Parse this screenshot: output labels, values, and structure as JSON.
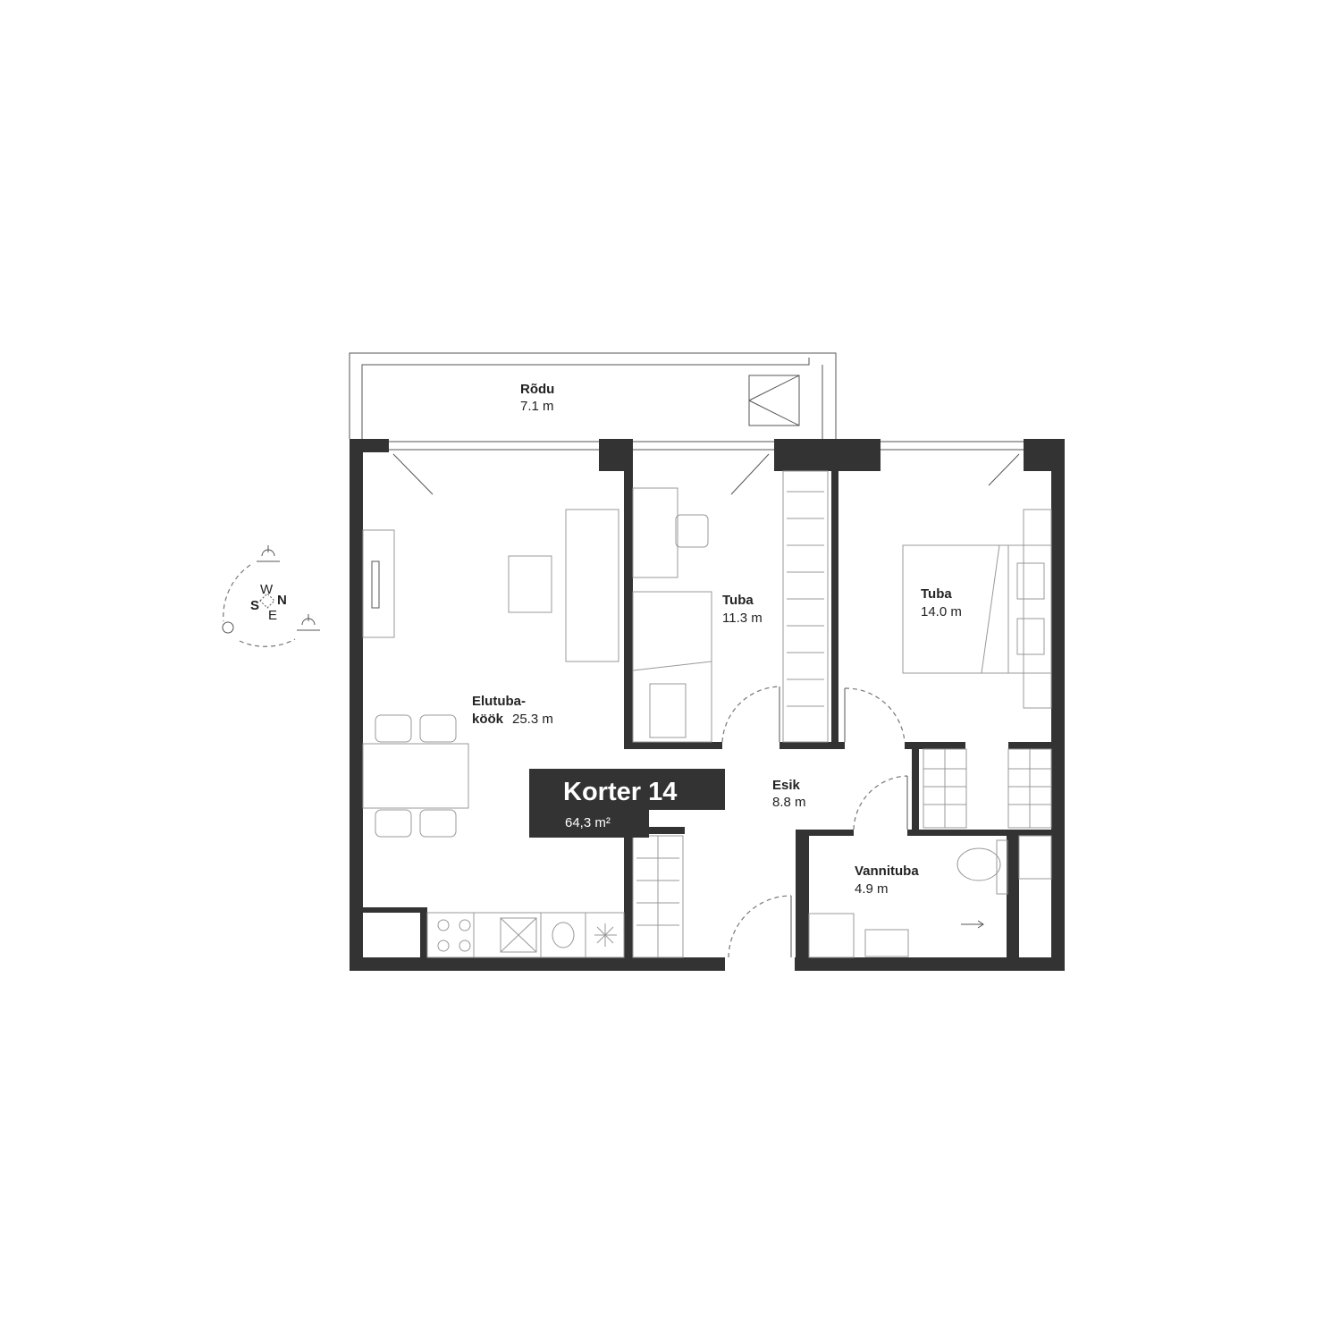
{
  "apartment": {
    "title": "Korter 14",
    "area": "64,3 m²"
  },
  "rooms": [
    {
      "name": "Rõdu",
      "area": "7.1 m"
    },
    {
      "name": "Elutuba-",
      "name2": "köök",
      "area": "25.3 m"
    },
    {
      "name": "Tuba",
      "area": "11.3 m"
    },
    {
      "name": "Tuba",
      "area": "14.0 m"
    },
    {
      "name": "Esik",
      "area": "8.8 m"
    },
    {
      "name": "Vannituba",
      "area": "4.9 m"
    }
  ],
  "compass": {
    "s": "S",
    "n": "N",
    "w": "W",
    "e": "E"
  },
  "colors": {
    "wall": "#333333",
    "badge": "#333333"
  }
}
